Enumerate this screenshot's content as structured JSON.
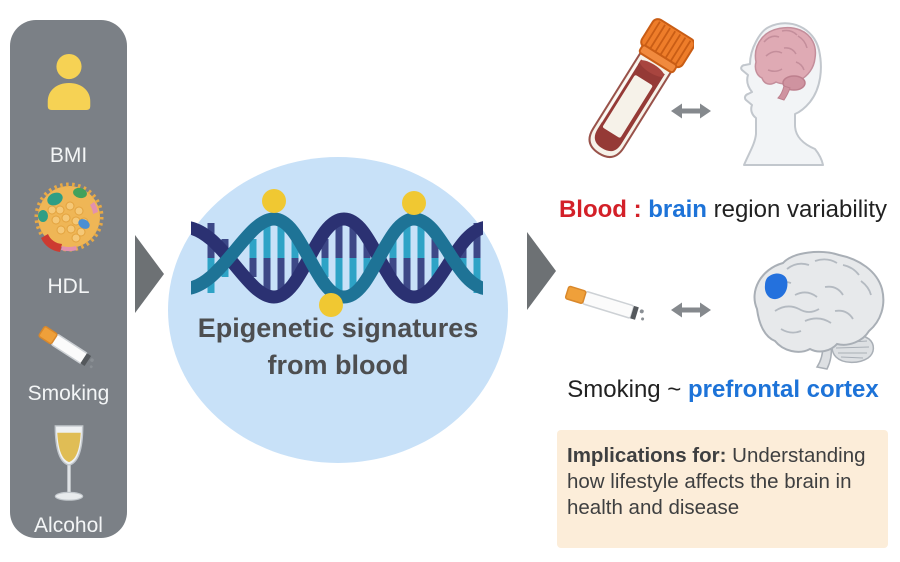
{
  "sidebar": {
    "items": [
      {
        "label": "BMI",
        "icon": "person-icon"
      },
      {
        "label": "HDL",
        "icon": "hdl-particle-icon"
      },
      {
        "label": "Smoking",
        "icon": "cigarette-icon"
      },
      {
        "label": "Alcohol",
        "icon": "wine-glass-icon"
      }
    ]
  },
  "center": {
    "title_line1": "Epigenetic signatures",
    "title_line2": "from blood"
  },
  "findings": [
    {
      "left_icon": "blood-tube-icon",
      "relation_icon": "double-headed-arrow-icon",
      "right_icon": "head-profile-brain-icon",
      "caption": [
        {
          "text": "Blood : ",
          "color": "#d32028",
          "bold": true
        },
        {
          "text": "brain",
          "color": "#1d73d8",
          "bold": true
        },
        {
          "text": " region variability",
          "color": "#212121",
          "bold": false
        }
      ]
    },
    {
      "left_icon": "cigarette-icon",
      "relation_icon": "double-headed-arrow-icon",
      "right_icon": "brain-prefrontal-highlight-icon",
      "caption": [
        {
          "text": "Smoking ~ ",
          "color": "#212121",
          "bold": false
        },
        {
          "text": "prefrontal cortex",
          "color": "#1d73d8",
          "bold": true
        }
      ]
    }
  ],
  "implications": {
    "label": "Implications for:",
    "line1_rest": " Understanding",
    "line2": "how lifestyle affects the brain in",
    "line3": "health and disease"
  },
  "colors": {
    "sidebar_bg": "#7b8086",
    "circle_bg": "#c8e1f8",
    "implications_bg": "#fcedd9",
    "accent_red": "#d32028",
    "accent_blue": "#1d73d8",
    "text_dark": "#212121",
    "title_gray": "#4d4e50",
    "arrow_gray": "#6d7174",
    "dna_navy": "#2b3172",
    "dna_teal": "#1e7396",
    "methylation_yellow": "#f0c832"
  }
}
